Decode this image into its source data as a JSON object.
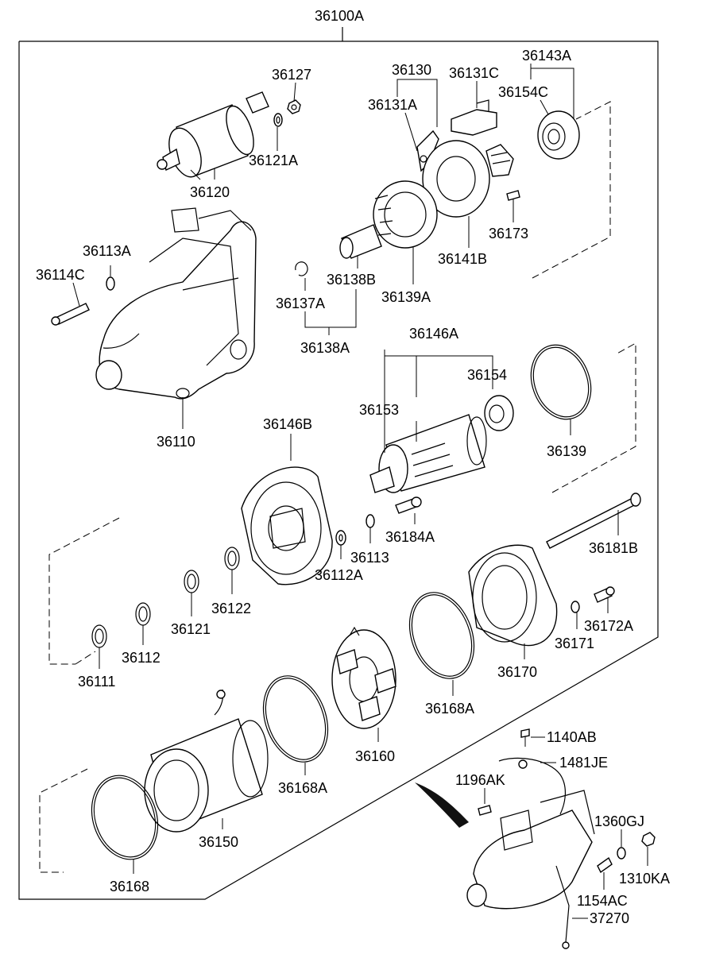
{
  "diagram": {
    "labels": {
      "l36100A": "36100A",
      "l36127": "36127",
      "l36121A": "36121A",
      "l36120": "36120",
      "l36130": "36130",
      "l36131A": "36131A",
      "l36131C": "36131C",
      "l36143A": "36143A",
      "l36154C": "36154C",
      "l36173": "36173",
      "l36141B": "36141B",
      "l36138B": "36138B",
      "l36139A": "36139A",
      "l36137A": "36137A",
      "l36138A": "36138A",
      "l36113A": "36113A",
      "l36114C": "36114C",
      "l36110": "36110",
      "l36146A": "36146A",
      "l36154": "36154",
      "l36153": "36153",
      "l36139": "36139",
      "l36146B": "36146B",
      "l36184A": "36184A",
      "l36113": "36113",
      "l36112A": "36112A",
      "l36181B": "36181B",
      "l36122": "36122",
      "l36121": "36121",
      "l36112": "36112",
      "l36111": "36111",
      "l36172A": "36172A",
      "l36171": "36171",
      "l36170": "36170",
      "l36168A_1": "36168A",
      "l36160": "36160",
      "l36168A_2": "36168A",
      "l36150": "36150",
      "l36168": "36168",
      "l1140AB": "1140AB",
      "l1481JE": "1481JE",
      "l1196AK": "1196AK",
      "l1360GJ": "1360GJ",
      "l1310KA": "1310KA",
      "l1154AC": "1154AC",
      "l37270": "37270"
    }
  }
}
